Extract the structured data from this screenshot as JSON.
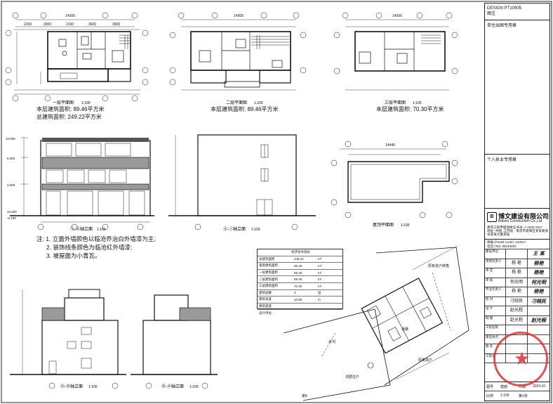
{
  "titleblock": {
    "design_no": "DESIGN PT10905",
    "design_label": "图注",
    "note1": "单住出图专用章",
    "note2": "个人执业专用章",
    "company_cn": "博文建设有限公司",
    "company_en": "Bowen Construction Co.,Ltd",
    "license_lines": [
      "建筑工程甲级资质证书号: A 1530 2017",
      "地址: 中国, 江苏省 · 南京市建邺区某某路某号某某大厦某层",
      "邮编 (Postal Code): 210017",
      "电话 (Tel): 88234000"
    ],
    "rows": [
      {
        "c1": "建设单位",
        "c2": "",
        "c3": "王 某"
      },
      {
        "c1": "项目负责人",
        "c2": "杨 艳",
        "c3": "杨艳"
      },
      {
        "c1": "审 定",
        "c2": "杨 艳",
        "c3": "杨艳"
      },
      {
        "c1": "审 核",
        "c2": "何光明",
        "c3": "何光明"
      },
      {
        "c1": "专业负责人",
        "c2": "杨 艳",
        "c3": "杨艳"
      },
      {
        "c1": "校 对",
        "c2": "刁晓民",
        "c3": "刁晓民"
      },
      {
        "c1": "设 计",
        "c2": "赵光程",
        "c3": ""
      },
      {
        "c1": "制 图",
        "c2": "赵光程",
        "c3": "赵光程"
      },
      {
        "c1": "工程名称",
        "c2": "",
        "c3": ""
      },
      {
        "c1": "建设地点",
        "c2": "",
        "c3": ""
      },
      {
        "c1": "图 名",
        "c2": "",
        "c3": ""
      },
      {
        "c1": "工程号",
        "c2": "",
        "c3": ""
      }
    ],
    "bottom": {
      "sheet": "图号",
      "sheet_val": "第1张",
      "date_label": "日期",
      "date_val": "2024.10",
      "scale_label": "比例",
      "scale_val": "1:100",
      "code": "建施"
    }
  },
  "plans": {
    "floor1_title": "一层平面图",
    "floor2_title": "二层平面图",
    "floor3_title": "三层平面图",
    "roof_title": "屋顶平面图",
    "scale": "1:100",
    "floor1_area": "本层建筑面积: 89.46平方米",
    "total_area": "总建筑面积: 249.22平方米",
    "floor2_area": "本层建筑面积: 89.46平方米",
    "floor3_area": "本层建筑面积: 70.30平方米",
    "dim_14300": "14300",
    "dim_14440": "14440"
  },
  "elevations": {
    "front_title": "①-④轴立面",
    "side_title": "⑤-①轴立面",
    "back_title": "Ⓐ-Ⓓ轴立面",
    "side2_title": "Ⓓ-Ⓐ轴立面",
    "scale": "1:100",
    "h_10800": "10.800",
    "h_6900": "6.900",
    "h_3600": "3.600",
    "h_0": "±0.000",
    "h_m150": "-0.150"
  },
  "notes": {
    "prefix": "注:",
    "items": [
      "1. 立面外墙颜色以临沧乔治白外墙漆为主;",
      "2. 装饰线条颜色为临沧红外墙漆;",
      "3. 坡屋面为小青瓦。"
    ]
  },
  "tech_table": {
    "title": "经济技术指标",
    "rows": [
      [
        "总建筑面积",
        "249.22",
        "m²"
      ],
      [
        "基底建筑面积",
        "89.46",
        "m²"
      ],
      [
        "一层建筑面积",
        "89.46",
        "m²"
      ],
      [
        "二层建筑面积",
        "89.46",
        "m²"
      ],
      [
        "三层建筑面积",
        "70.30",
        "m²"
      ],
      [
        "建筑层数",
        "3",
        "层"
      ],
      [
        "建筑高度",
        "10.80",
        "m"
      ],
      [
        "建筑密度",
        "",
        ""
      ],
      [
        "设计单位",
        "",
        ""
      ]
    ]
  },
  "site": {
    "label1": "原有进户转角",
    "label2": "原有进户",
    "label3": "邻居住户",
    "road1": "道路",
    "lane": "水沟",
    "neighbor": "谢4"
  }
}
